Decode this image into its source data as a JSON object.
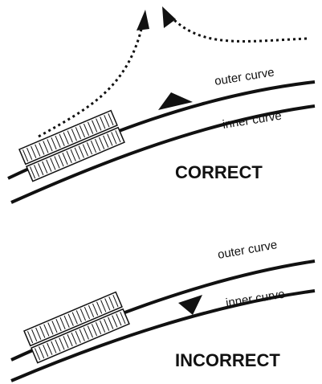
{
  "top_panel": {
    "outer_label": "outer curve",
    "inner_label": "inner curve",
    "verdict": "CORRECT"
  },
  "bottom_panel": {
    "outer_label": "outer curve",
    "inner_label": "inner curve",
    "verdict": "INCORRECT"
  },
  "colors": {
    "stroke": "#111111",
    "background": "#ffffff"
  }
}
